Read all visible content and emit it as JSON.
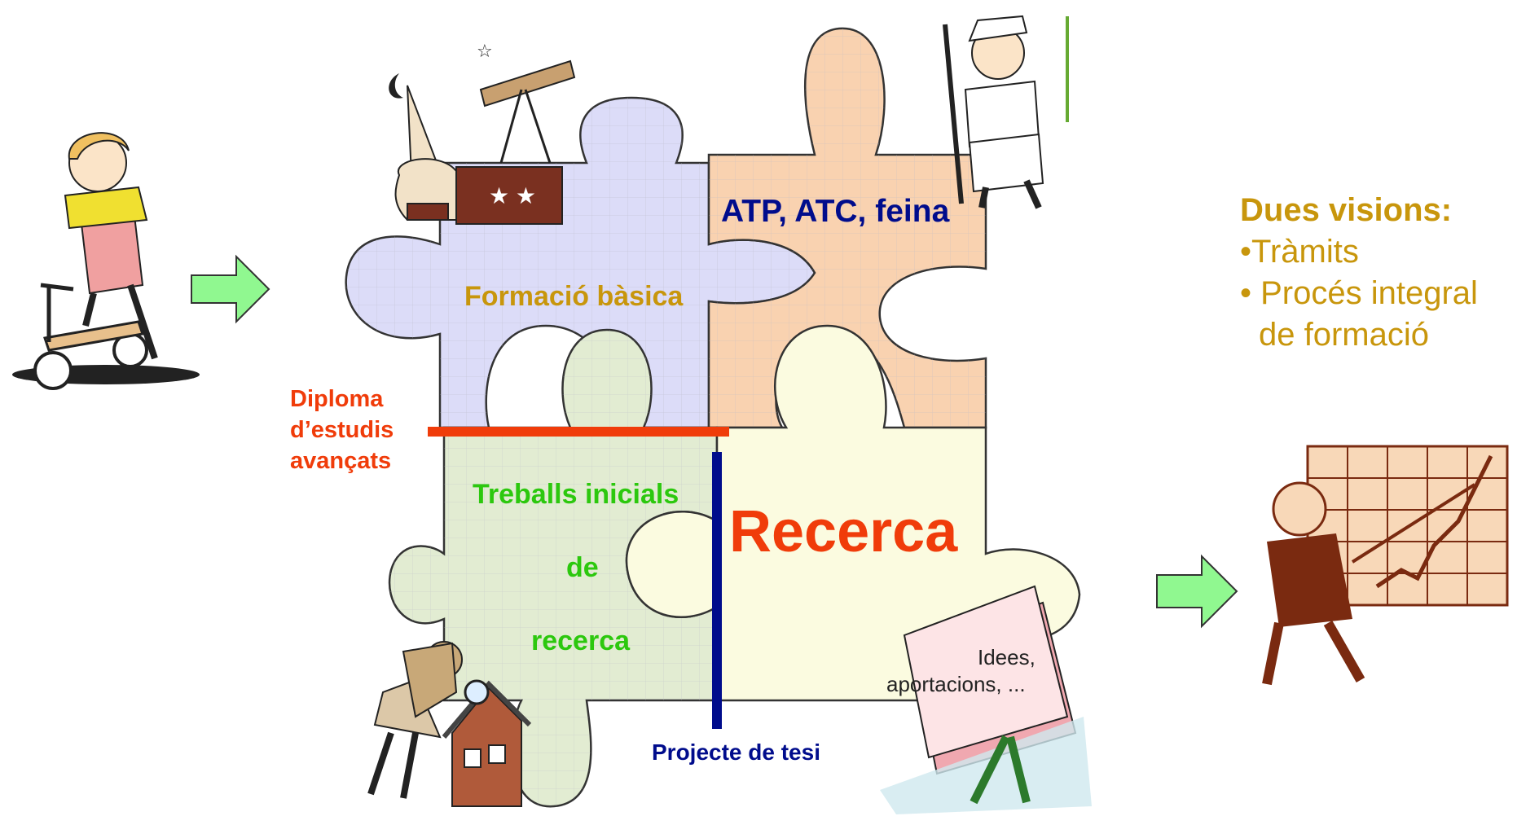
{
  "puzzle": {
    "formacio": "Formació bàsica",
    "atp": "ATP, ATC, feina",
    "treballs": [
      "Treballs inicials",
      "de",
      "recerca"
    ],
    "recerca": "Recerca"
  },
  "annotations": {
    "diploma": [
      "Diploma",
      "d’estudis",
      "avançats"
    ],
    "projecte": "Projecte de tesi",
    "idees": [
      "Idees,",
      "aportacions, ..."
    ]
  },
  "visions": {
    "title": "Dues visions:",
    "item1": "•Tràmits",
    "item2": "• Procés integral",
    "item2b": "de formació"
  },
  "colors": {
    "formacio_piece": "#dcdcf8",
    "atp_piece": "#f9d2b0",
    "treballs_piece": "#e2ecd2",
    "recerca_piece": "#fbfbe0",
    "arrow": "#90f890",
    "red_line": "#f03c0a",
    "blue_line": "#000c8c",
    "visions_text": "#c8960c"
  },
  "icons": [
    "child-on-scooter-icon",
    "astronomer-icon",
    "hunter-icon",
    "detective-icon",
    "papers-icon",
    "presenter-chart-icon",
    "arrow-right-icon"
  ]
}
